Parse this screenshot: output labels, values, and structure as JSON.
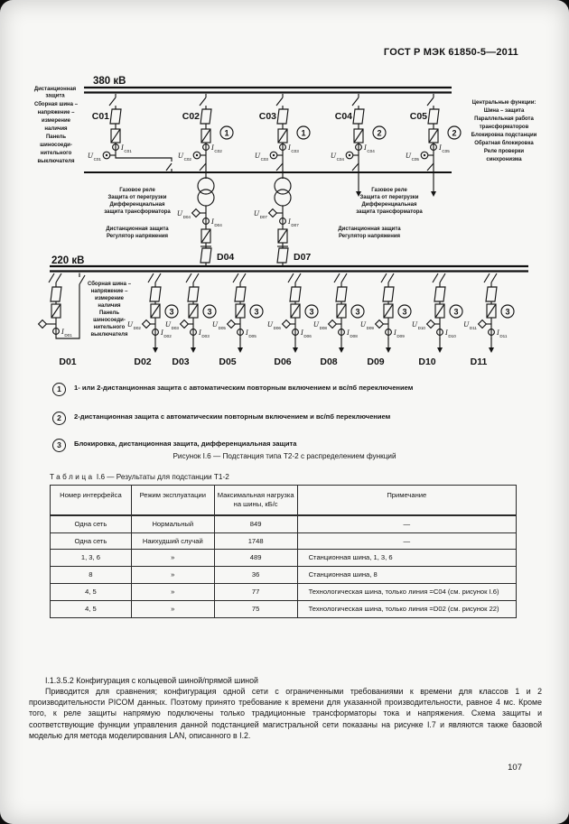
{
  "header": {
    "title": "ГОСТ Р МЭК 61850-5—2011"
  },
  "diagram": {
    "upper_voltage": "380 кВ",
    "lower_voltage": "220 кВ",
    "u_prefix": "U",
    "i_prefix": "I",
    "icons": {
      "disconnector": "disconnector-icon",
      "breaker": "circuit-breaker-icon",
      "ct_box": "instrument-transformer-icon",
      "current": "current-measurement-icon",
      "voltage": "voltage-measurement-icon",
      "transformer": "power-transformer-icon",
      "arrow": "feeder-arrow-icon"
    },
    "note_distance": [
      "Дистанционная",
      "защита"
    ],
    "note_busbar_upper": [
      "Сборная шина –",
      "напряжение –",
      "измерение",
      "наличия",
      "Панель",
      "шиносоеди-",
      "нительного",
      "выключателя"
    ],
    "note_central": [
      "Центральные функции:",
      "Шина – защита",
      "Параллельная работа",
      "трансформаторов",
      "Блокировка подстанции",
      "Обратная блокировка",
      "Реле проверки",
      "синхронизма"
    ],
    "note_transformer_left": [
      "Газовое реле",
      "Защита от перегрузки",
      "Дифференциальная",
      "защита трансформатора"
    ],
    "note_distance_reg_left": [
      "Дистанционная защита",
      "Регулятор напряжения"
    ],
    "note_transformer_right": [
      "Газовое реле",
      "Защита от перегрузки",
      "Дифференциальная",
      "защита трансформатора"
    ],
    "note_distance_reg_right": [
      "Дистанционная защита",
      "Регулятор напряжения"
    ],
    "note_busbar_lower": [
      "Сборная шина –",
      "напряжение –",
      "измерение",
      "наличия",
      "Панель",
      "шиносоеди-",
      "нительного",
      "выключателя"
    ],
    "upper_bays": [
      {
        "name": "C01",
        "mark": ""
      },
      {
        "name": "C02",
        "mark": "1"
      },
      {
        "name": "C03",
        "mark": "1"
      },
      {
        "name": "C04",
        "mark": "2"
      },
      {
        "name": "C05",
        "mark": "2"
      }
    ],
    "transformer_bays": [
      {
        "name": "D04"
      },
      {
        "name": "D07"
      }
    ],
    "lower_bays": [
      {
        "name": "D01",
        "mark": ""
      },
      {
        "name": "D02",
        "mark": "3"
      },
      {
        "name": "D03",
        "mark": "3"
      },
      {
        "name": "D05",
        "mark": "3"
      },
      {
        "name": "D06",
        "mark": "3"
      },
      {
        "name": "D08",
        "mark": "3"
      },
      {
        "name": "D09",
        "mark": "3"
      },
      {
        "name": "D10",
        "mark": "3"
      },
      {
        "name": "D11",
        "mark": "3"
      }
    ]
  },
  "legend": [
    {
      "symbol": "1",
      "text": "1- или 2-дистанционная защита с автоматическим повторным включением и вс/пб переключением"
    },
    {
      "symbol": "2",
      "text": "2-дистанционная защита с автоматическим повторным включением и вс/пб переключением"
    },
    {
      "symbol": "3",
      "text": "Блокировка, дистанционная защита, дифференциальная защита"
    }
  ],
  "figure_caption": "Рисунок I.6 — Подстанция типа Т2-2 с распределением функций",
  "table": {
    "caption_label": "Таблица",
    "caption_rest": "I.6 — Результаты для подстанции Т1-2",
    "headers": [
      "Номер интерфейса",
      "Режим эксплуатации",
      "Максимальная нагрузка на шины, кБ/с",
      "Примечание"
    ],
    "rows": [
      [
        "Одна сеть",
        "Нормальный",
        "849",
        "—"
      ],
      [
        "Одна сеть",
        "Наихудший случай",
        "1748",
        "—"
      ],
      [
        "1, 3, 6",
        "»",
        "489",
        "Станционная шина, 1, 3, 6"
      ],
      [
        "8",
        "»",
        "36",
        "Станционная шина, 8"
      ],
      [
        "4, 5",
        "»",
        "77",
        "Технологическая шина, только линия =C04 (см. рисунок I.6)"
      ],
      [
        "4, 5",
        "»",
        "75",
        "Технологическая шина, только линия =D02 (см. рисунок 22)"
      ]
    ]
  },
  "body": {
    "heading": "I.1.3.5.2 Конфигурация с кольцевой шиной/прямой шиной",
    "paragraph": "Приводится для сравнения; конфигурация одной сети с ограниченными требованиями к времени для классов 1 и 2 производительности PICOM данных. Поэтому принято требование к времени для указанной производительности, равное 4 мс. Кроме того, к реле защиты напрямую подключены только традиционные трансформаторы тока и напряжения. Схема защиты и соответствующие функции управления данной подстанцией магистральной сети показаны на рисунке I.7 и являются также базовой моделью для метода моделирования LAN, описанного в I.2."
  },
  "page_number": "107"
}
